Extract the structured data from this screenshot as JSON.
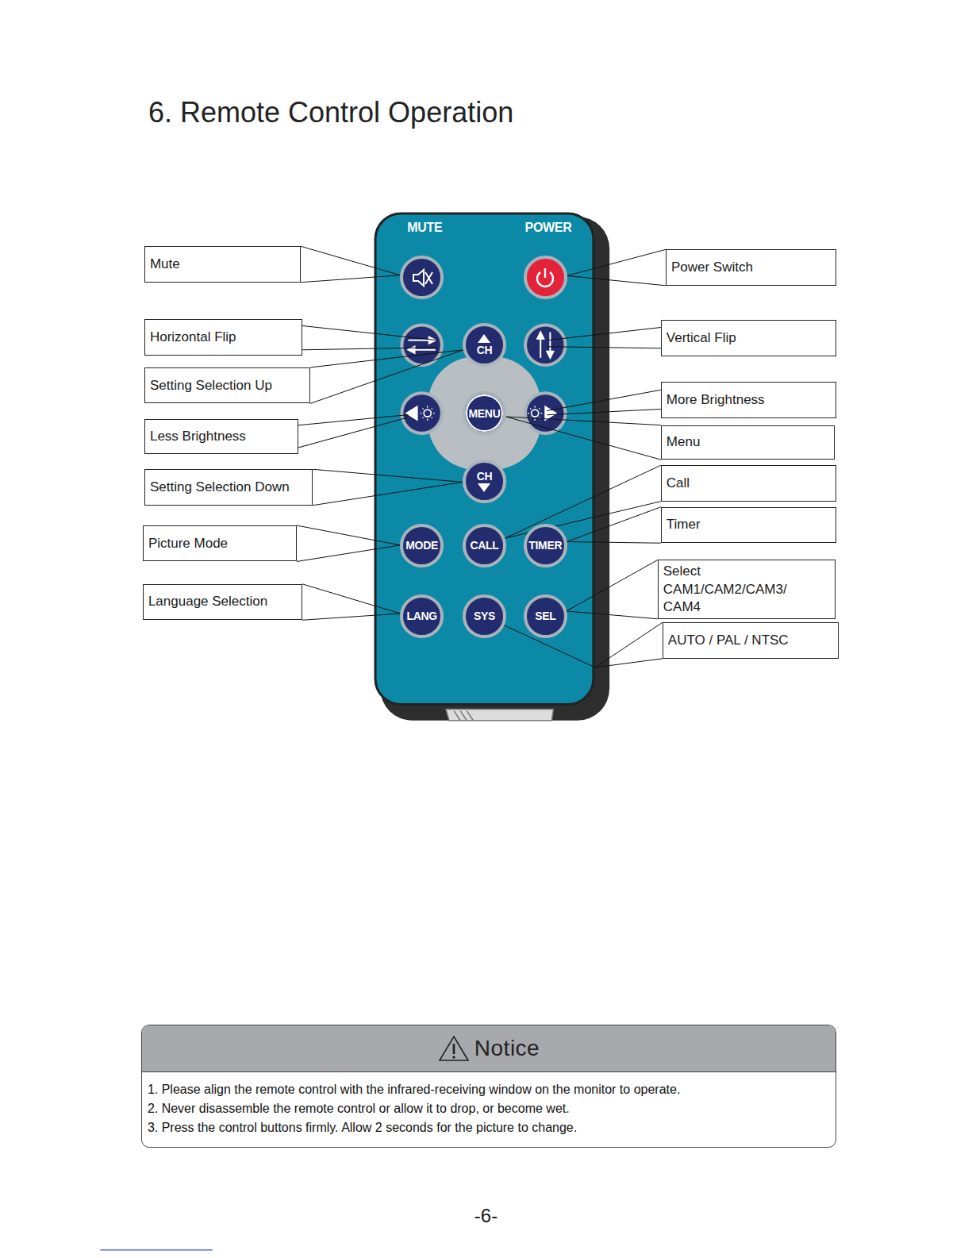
{
  "diagram": {
    "title": "6. Remote Control Operation",
    "nodes": [
      {
        "text": [
          "MUTE"
        ]
      },
      {
        "text": [
          "POWER"
        ]
      },
      {
        "text": [
          "Mute"
        ]
      },
      {
        "text": [
          "Power Switch"
        ]
      },
      {
        "text": [
          "Horizontal Flip"
        ]
      },
      {
        "text": [
          "CH"
        ]
      },
      {
        "text": [
          "Vertical Flip"
        ]
      },
      {
        "text": [
          "Setting Selection Up"
        ]
      },
      {
        "text": [
          "Less Brightness"
        ]
      },
      {
        "text": [
          "MENU"
        ]
      },
      {
        "text": [
          "More Brightness"
        ]
      },
      {
        "text": [
          "Menu"
        ]
      },
      {
        "text": [
          "Setting Selection Down"
        ]
      },
      {
        "text": [
          "CH"
        ]
      },
      {
        "text": [
          "Call"
        ]
      },
      {
        "text": [
          "Picture Mode"
        ]
      },
      {
        "text": [
          "MODE"
        ]
      },
      {
        "text": [
          "CALL"
        ]
      },
      {
        "text": [
          "TIMER"
        ]
      },
      {
        "text": [
          "Timer"
        ]
      },
      {
        "text": [
          "Select CAM1/CAM2/CAM3/ CAM4"
        ]
      },
      {
        "text": [
          "Language Selection"
        ]
      },
      {
        "text": [
          "LANG"
        ]
      },
      {
        "text": [
          "SYS"
        ]
      },
      {
        "text": [
          "SEL"
        ]
      },
      {
        "text": [
          "AUTO / PAL / NTSC"
        ]
      },
      {
        "text": [
          "Notice",
          "1. Please align the remote control with the infrared-receiving window on the monitor to operate.",
          "2. Never disassemble the remote control or allow it to drop, or become wet.",
          "3. Press the control buttons firmly.  Allow 2 seconds for the picture to change."
        ]
      }
    ],
    "edges": [
      {
        "from": 2,
        "to": 0,
        "arrow": "none"
      },
      {
        "from": 3,
        "to": 1,
        "arrow": "none"
      },
      {
        "from": 7,
        "to": 5,
        "arrow": "none"
      },
      {
        "from": 11,
        "to": 9,
        "arrow": "none"
      },
      {
        "from": 12,
        "to": 13,
        "arrow": "none"
      },
      {
        "from": 14,
        "to": 17,
        "arrow": "none"
      },
      {
        "from": 15,
        "to": 16,
        "arrow": "none"
      },
      {
        "from": 19,
        "to": 18,
        "arrow": "none"
      },
      {
        "from": 20,
        "to": 24,
        "arrow": "none"
      },
      {
        "from": 21,
        "to": 22,
        "arrow": "none"
      },
      {
        "from": 25,
        "to": 23,
        "arrow": "none"
      }
    ],
    "labels": [
      "-6-"
    ]
  }
}
